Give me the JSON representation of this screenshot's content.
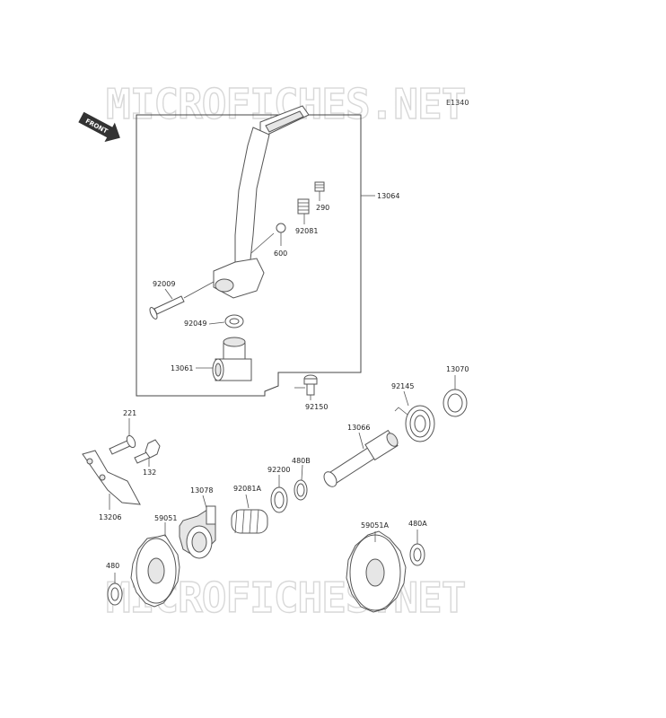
{
  "diagram": {
    "code": "E1340",
    "watermark": "MICROFICHES.NET",
    "front_label": "FRONT",
    "colors": {
      "line": "#444444",
      "shade": "#e6e6e6",
      "watermark": "#d8d8d8",
      "text": "#222222"
    },
    "labels": {
      "p13064": "13064",
      "p290": "290",
      "p92081": "92081",
      "p600": "600",
      "p92009": "92009",
      "p92049": "92049",
      "p13061": "13061",
      "p92150": "92150",
      "p13066": "13066",
      "p92145": "92145",
      "p13070": "13070",
      "p221": "221",
      "p132": "132",
      "p13206": "13206",
      "p13078": "13078",
      "p92081A": "92081A",
      "p92200": "92200",
      "p480B": "480B",
      "p59051": "59051",
      "p480": "480",
      "p59051A": "59051A",
      "p480A": "480A"
    }
  }
}
